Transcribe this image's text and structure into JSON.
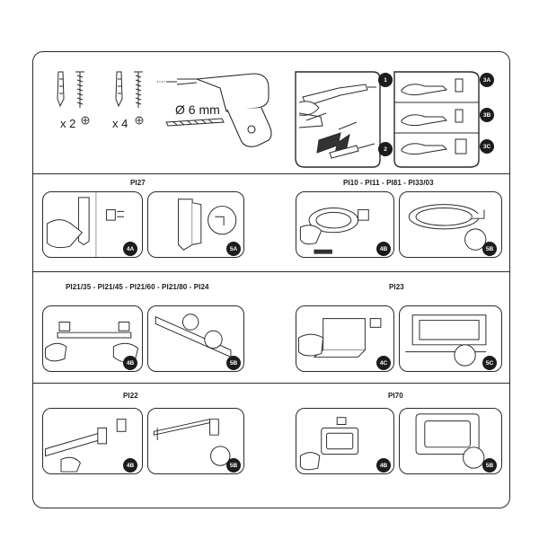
{
  "header": {
    "anchor_qty_1": "x 2",
    "anchor_qty_2": "x 4",
    "drill_bit_size": "Ø 6 mm",
    "drill_steps": [
      "1",
      "2"
    ],
    "screw_steps": [
      "3A",
      "3B",
      "3C"
    ]
  },
  "sections": [
    {
      "title": "PI27",
      "steps": [
        "4A",
        "5A"
      ]
    },
    {
      "title": "PI10 - PI11 - PI81 - PI33/03",
      "steps": [
        "4B",
        "5B"
      ]
    },
    {
      "title": "PI21/35 - PI21/45 - PI21/60 - PI21/80 - PI24",
      "steps": [
        "4B",
        "5B"
      ]
    },
    {
      "title": "PI23",
      "steps": [
        "4C",
        "5C"
      ]
    },
    {
      "title": "PI22",
      "steps": [
        "4B",
        "5B"
      ]
    },
    {
      "title": "PI70",
      "steps": [
        "4B",
        "5B"
      ]
    }
  ],
  "colors": {
    "line": "#2a2a2a",
    "badge": "#1c1c1c",
    "hand_fill": "#ffffff"
  }
}
